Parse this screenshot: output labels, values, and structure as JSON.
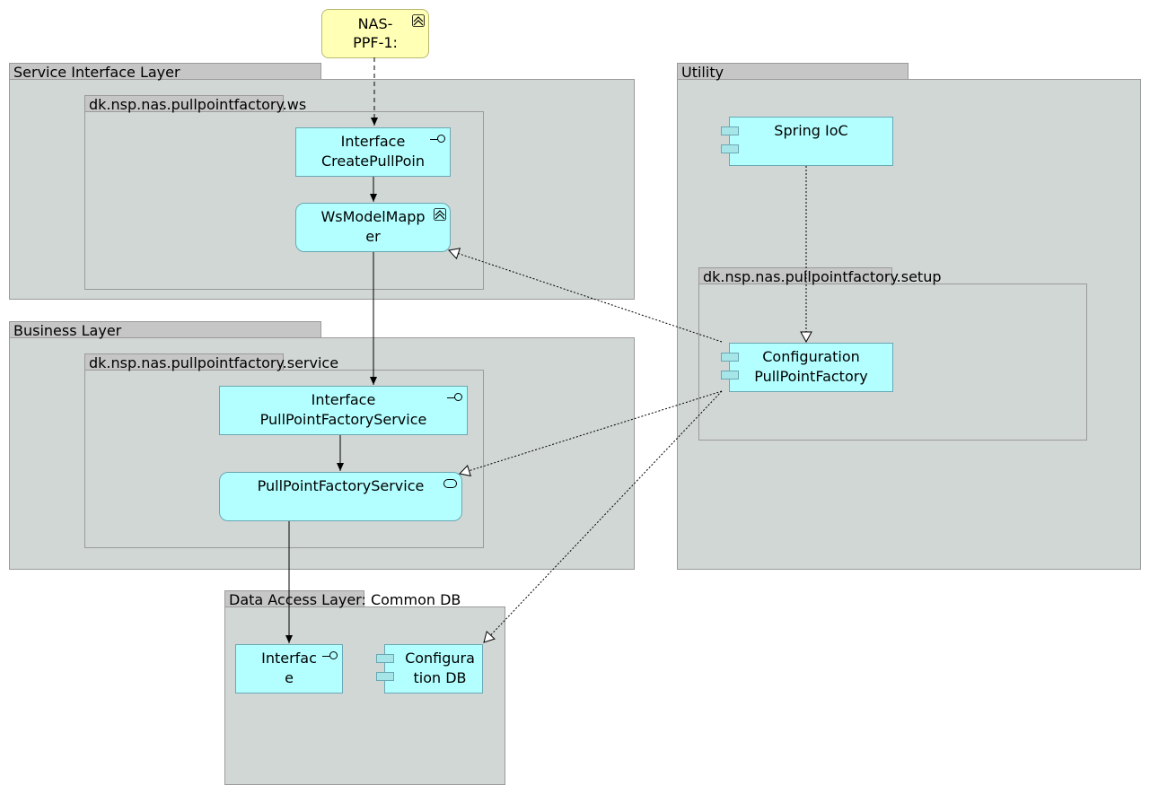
{
  "groups": {
    "service_interface_layer": "Service Interface Layer",
    "ws_package": "dk.nsp.nas.pullpointfactory.ws",
    "business_layer": "Business Layer",
    "service_package": "dk.nsp.nas.pullpointfactory.service",
    "data_access_layer": "Data Access Layer: Common DB",
    "utility": "Utility",
    "setup_package": "dk.nsp.nas.pullpointfactory.setup"
  },
  "nodes": {
    "actor": [
      "NAS-",
      "PPF-1:"
    ],
    "create_pull_point_interface": [
      "Interface",
      "CreatePullPoin"
    ],
    "ws_model_mapper": [
      "WsModelMapp",
      "er"
    ],
    "pull_point_factory_service_interface": [
      "Interface",
      "PullPointFactoryService"
    ],
    "pull_point_factory_service": [
      "PullPointFactoryService"
    ],
    "db_interface": [
      "Interfac",
      "e"
    ],
    "configuration_db": [
      "Configura",
      "tion DB"
    ],
    "spring_ioc": [
      "Spring IoC"
    ],
    "configuration_pull_point_factory": [
      "Configuration",
      "PullPointFactory"
    ]
  }
}
